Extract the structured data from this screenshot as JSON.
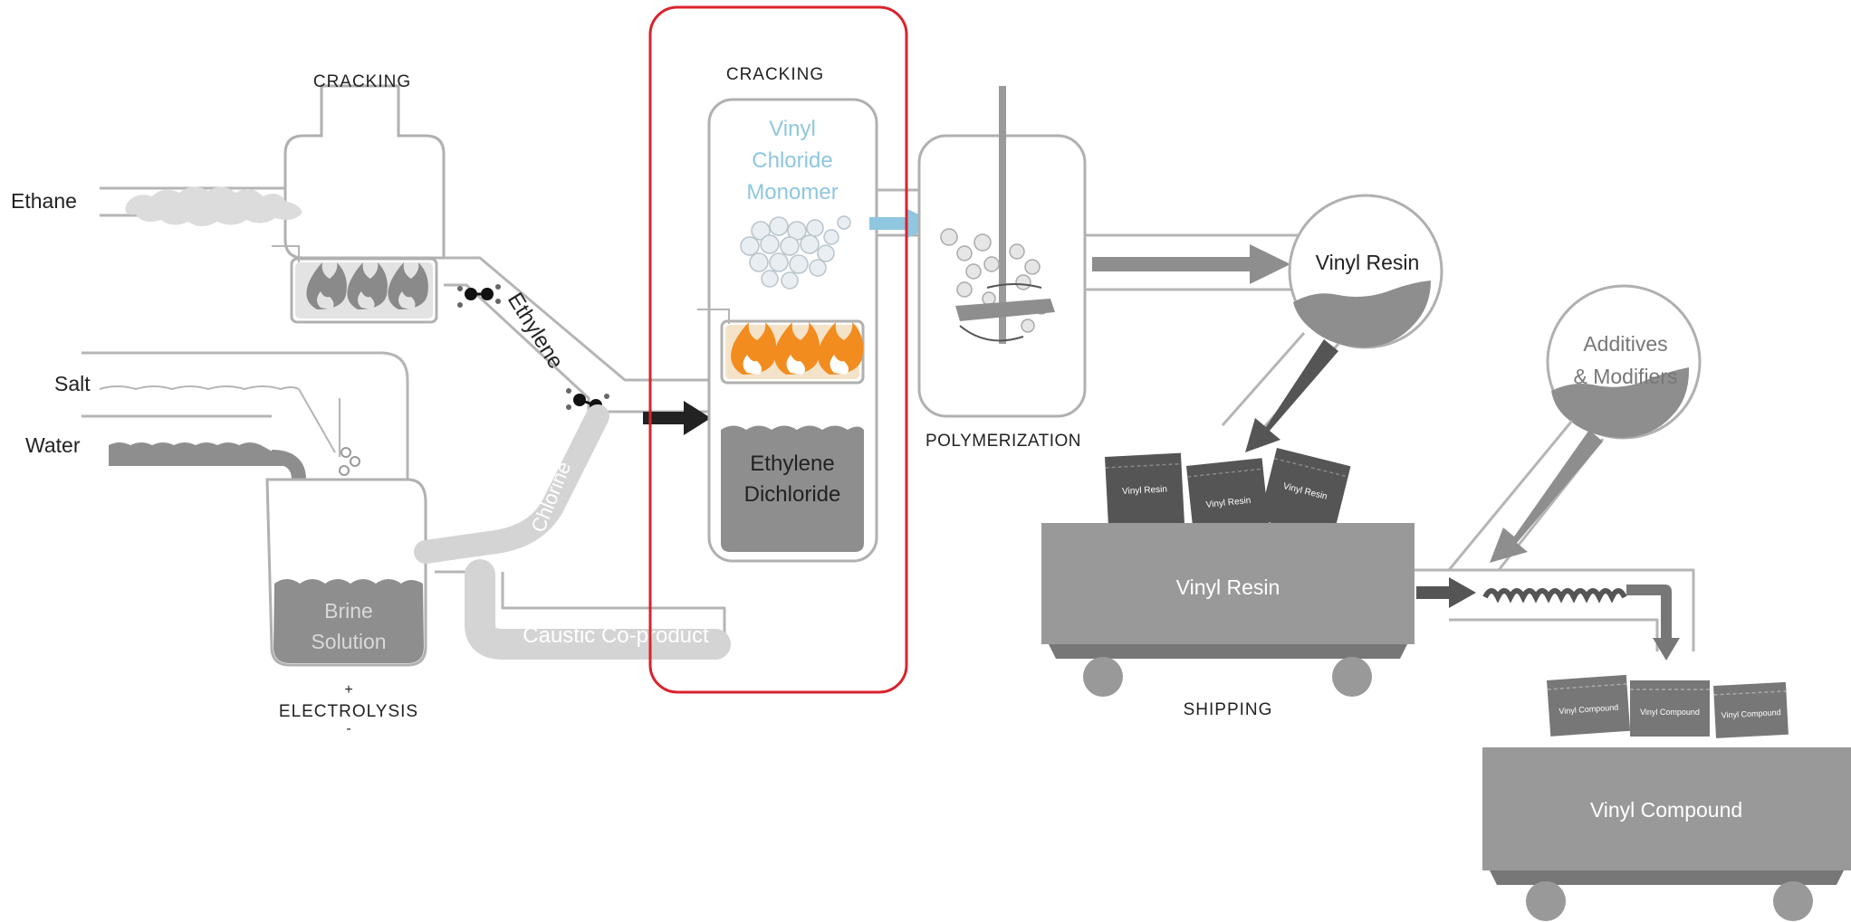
{
  "labels": {
    "cracking_left": "CRACKING",
    "cracking_center": "CRACKING",
    "ethane": "Ethane",
    "salt": "Salt",
    "water": "Water",
    "ethylene": "Ethylene",
    "chlorine": "Chlorine",
    "brine_line1": "Brine",
    "brine_line2": "Solution",
    "electrolysis_plus": "+",
    "electrolysis": "ELECTROLYSIS",
    "electrolysis_minus": "-",
    "caustic": "Caustic Co-product",
    "vcm_line1": "Vinyl",
    "vcm_line2": "Chloride",
    "vcm_line3": "Monomer",
    "edc_line1": "Ethylene",
    "edc_line2": "Dichloride",
    "polymerization": "POLYMERIZATION",
    "vinyl_resin_circle": "Vinyl Resin",
    "additives_line1": "Additives",
    "additives_line2": "& Modifiers",
    "bag_resin_1": "Vinyl Resin",
    "bag_resin_2": "Vinyl Resin",
    "bag_resin_3": "Vinyl Resin",
    "cart_resin": "Vinyl Resin",
    "shipping": "SHIPPING",
    "bag_compound_1": "Vinyl Compound",
    "bag_compound_2": "Vinyl Compound",
    "bag_compound_3": "Vinyl Compound",
    "cart_compound": "Vinyl Compound"
  },
  "colors": {
    "highlight_box": "#d9232d",
    "flame": "#f28c1e",
    "vcm_text": "#8fc6e0",
    "pipe": "#b5b5b5",
    "dark_fill": "#8e8e8e",
    "arrow": "#333333"
  }
}
